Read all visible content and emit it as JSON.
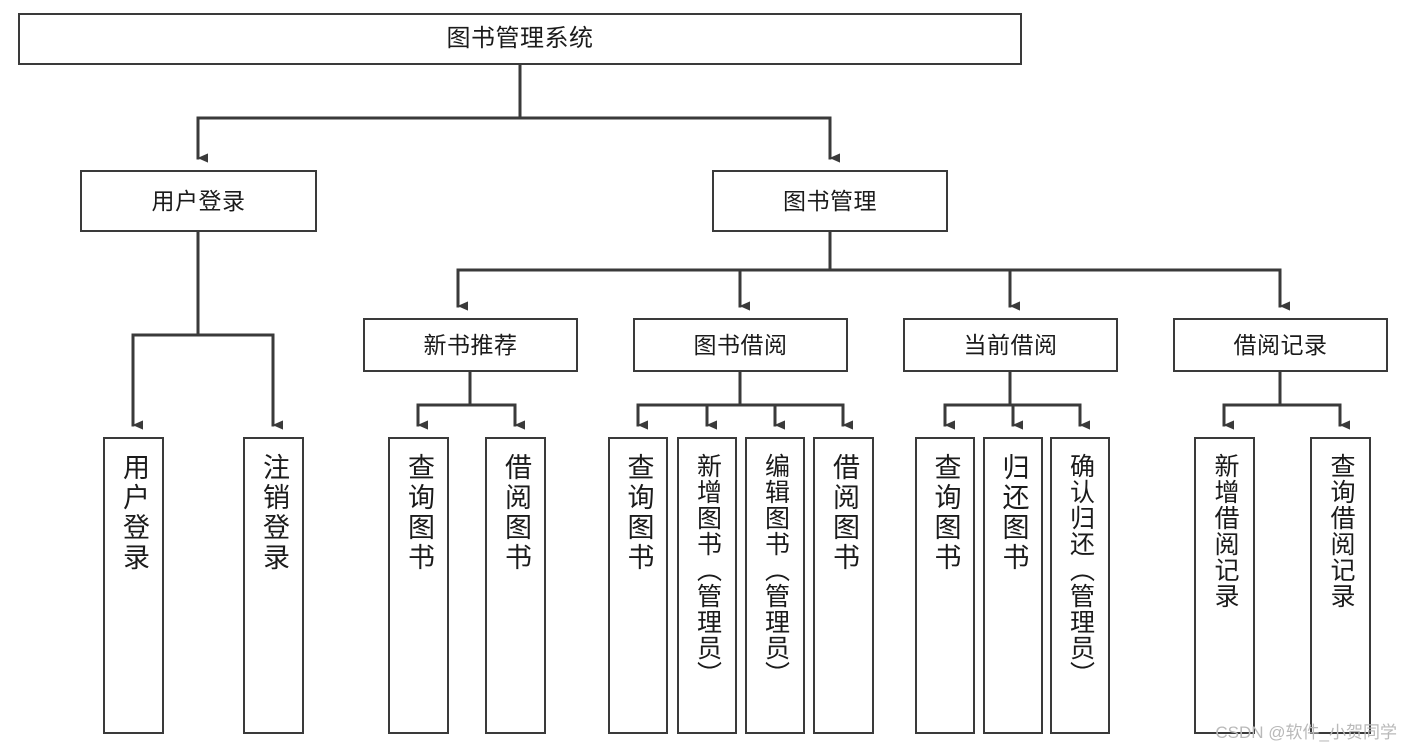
{
  "diagram": {
    "title": "图书管理系统",
    "type": "hierarchy-tree",
    "watermark": "CSDN @软件_小贺同学",
    "colors": {
      "box_border": "#3a3a3a",
      "box_fill": "#ffffff",
      "connector": "#3a3a3a",
      "text": "#1b1b1b",
      "watermark": "#b9b9b9"
    },
    "levels": {
      "root": {
        "label": "图书管理系统"
      },
      "level2": [
        {
          "id": "user-login",
          "label": "用户登录"
        },
        {
          "id": "book-manage",
          "label": "图书管理"
        }
      ],
      "level3": [
        {
          "id": "new-book-recommend",
          "label": "新书推荐",
          "parent": "book-manage"
        },
        {
          "id": "book-borrow",
          "label": "图书借阅",
          "parent": "book-manage"
        },
        {
          "id": "current-borrow",
          "label": "当前借阅",
          "parent": "book-manage"
        },
        {
          "id": "borrow-record",
          "label": "借阅记录",
          "parent": "book-manage"
        }
      ],
      "leaves": [
        {
          "id": "leaf-user-login",
          "label": "用户登录",
          "parent": "user-login"
        },
        {
          "id": "leaf-user-logout",
          "label": "注销登录",
          "parent": "user-login"
        },
        {
          "id": "leaf-query-book-1",
          "label": "查询图书",
          "parent": "new-book-recommend"
        },
        {
          "id": "leaf-borrow-book-1",
          "label": "借阅图书",
          "parent": "new-book-recommend"
        },
        {
          "id": "leaf-query-book-2",
          "label": "查询图书",
          "parent": "book-borrow"
        },
        {
          "id": "leaf-add-book",
          "label": "新增图书（管理员）",
          "parent": "book-borrow"
        },
        {
          "id": "leaf-edit-book",
          "label": "编辑图书（管理员）",
          "parent": "book-borrow"
        },
        {
          "id": "leaf-borrow-book-2",
          "label": "借阅图书",
          "parent": "book-borrow"
        },
        {
          "id": "leaf-query-book-3",
          "label": "查询图书",
          "parent": "current-borrow"
        },
        {
          "id": "leaf-return-book",
          "label": "归还图书",
          "parent": "current-borrow"
        },
        {
          "id": "leaf-confirm-return",
          "label": "确认归还（管理员）",
          "parent": "current-borrow"
        },
        {
          "id": "leaf-add-record",
          "label": "新增借阅记录",
          "parent": "borrow-record"
        },
        {
          "id": "leaf-query-record",
          "label": "查询借阅记录",
          "parent": "borrow-record"
        }
      ]
    }
  }
}
